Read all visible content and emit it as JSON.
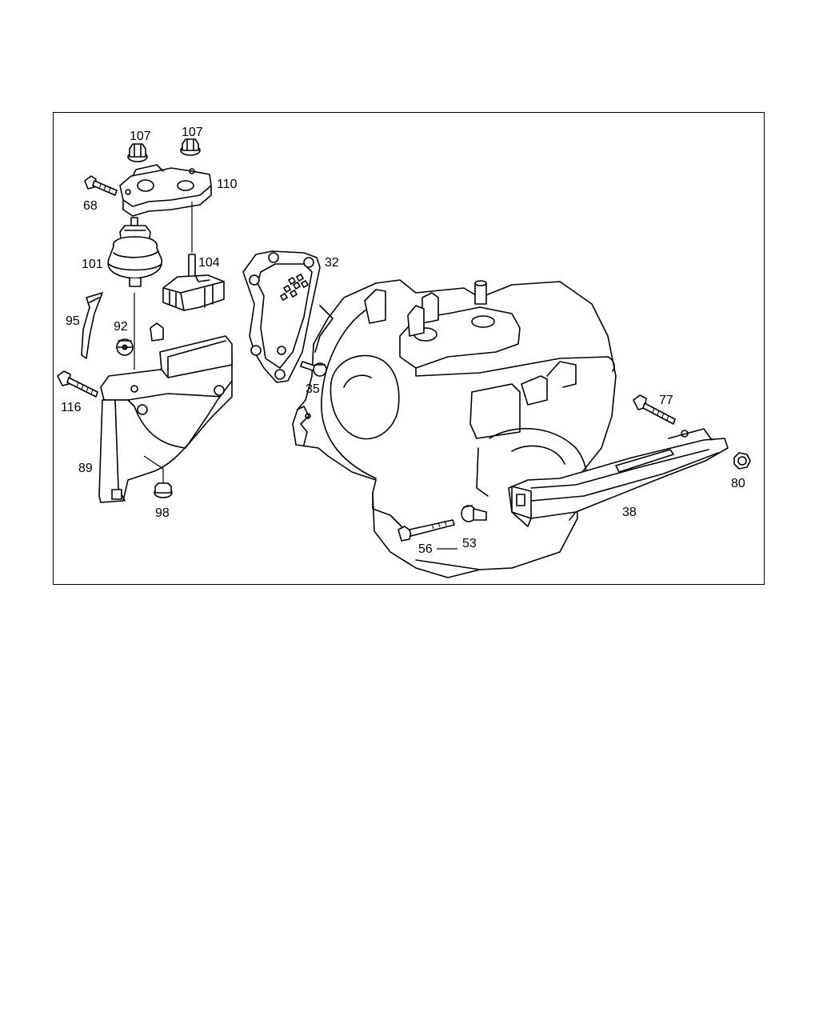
{
  "diagram": {
    "callouts": {
      "p107a": "107",
      "p107b": "107",
      "p68": "68",
      "p110": "110",
      "p101": "101",
      "p104": "104",
      "p32": "32",
      "p95": "95",
      "p92": "92",
      "p116": "116",
      "p35": "35",
      "p77": "77",
      "p89": "89",
      "p98": "98",
      "p80": "80",
      "p38": "38",
      "p56": "56",
      "p53": "53"
    },
    "line_color": "#000000",
    "background": "#ffffff"
  }
}
